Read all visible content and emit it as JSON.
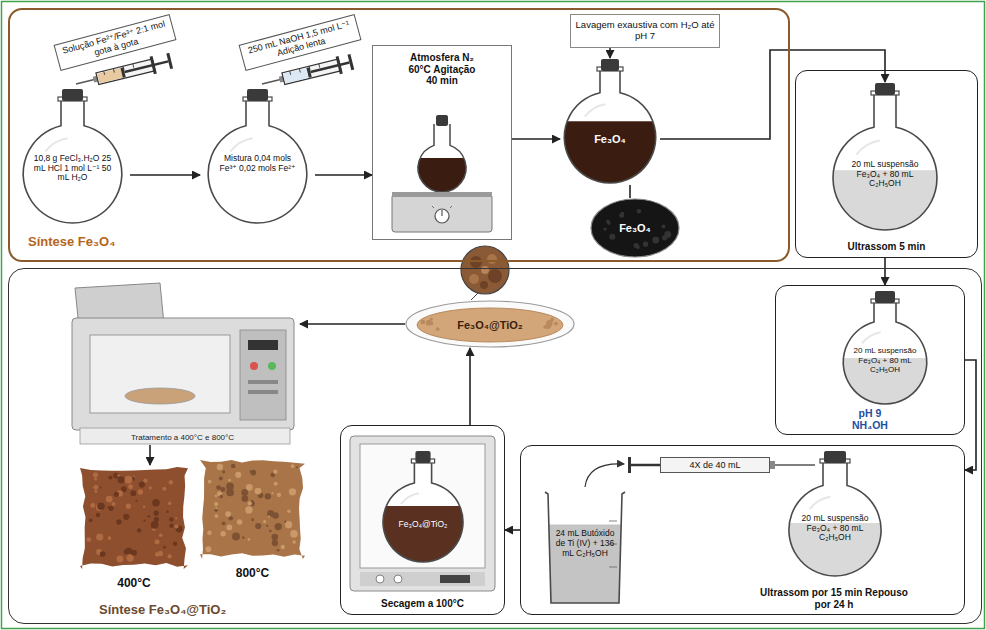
{
  "diagram": {
    "nodes": [
      {
        "text": [
          "Síntese Fe₃O₄"
        ]
      },
      {
        "text": [
          "10,8 g FeCl₃.H₂O 25 mL HCl 1 mol L⁻¹ 50 mL H₂O"
        ],
        "in": 0
      },
      {
        "text": [
          "Mistura 0,04 mols Fe³⁺ 0,02 mols Fe²⁺"
        ],
        "in": 0
      },
      {
        "text": [
          "Atmosfera N₂ 60°C Agitação 40 min"
        ],
        "in": 0
      },
      {
        "text": [
          "Lavagem exaustiva com H₂O até pH 7"
        ],
        "in": 0
      },
      {
        "text": [
          "Fe₃O₄"
        ],
        "in": 0
      },
      {
        "text": [
          "Fe₃O₄"
        ],
        "in": 0
      },
      {
        "text": [
          "Ultrassom 5 min"
        ]
      },
      {
        "text": [
          "20 mL suspensão Fe₃O₄ + 80 mL C₂H₅OH"
        ],
        "in": 7
      },
      {
        "text": [
          "Síntese Fe₃O₄@TiO₂"
        ]
      },
      {
        "text": [
          "pH 9 NH₄OH"
        ],
        "in": 9
      },
      {
        "text": [
          "20 mL suspensão Fe₃O₄ + 80 mL C₂H₅OH"
        ],
        "in": 10
      },
      {
        "text": [
          "Ultrassom por 15 min Repouso por 24 h"
        ],
        "in": 9
      },
      {
        "text": [
          "24 mL Butóxido de Ti (IV) + 136 mL C₂H₅OH"
        ],
        "in": 12
      },
      {
        "text": [
          "20 mL suspensão Fe₃O₄ + 80 mL C₂H₅OH"
        ],
        "in": 12
      },
      {
        "text": [
          "Secagem a 100°C"
        ],
        "in": 9
      },
      {
        "text": [
          "Fe₃O₄@TiO₂"
        ],
        "in": 15
      },
      {
        "text": [
          "Fe₃O₄@TiO₂"
        ],
        "in": 9
      },
      {
        "text": [
          "Tratamento a 400°C e 800°C"
        ],
        "in": 9
      },
      {
        "text": [
          "400°C"
        ],
        "in": 9
      },
      {
        "text": [
          "800°C"
        ],
        "in": 9
      }
    ],
    "edges": [
      {
        "from": 1,
        "to": 2,
        "arrow": "to"
      },
      {
        "from": 2,
        "to": 3,
        "arrow": "to"
      },
      {
        "from": 3,
        "to": 5,
        "arrow": "to"
      },
      {
        "from": 4,
        "to": 5,
        "arrow": "to"
      },
      {
        "from": 5,
        "to": 6,
        "arrow": "none"
      },
      {
        "from": 5,
        "to": 8,
        "arrow": "to"
      },
      {
        "from": 7,
        "to": 10,
        "arrow": "to"
      },
      {
        "from": 10,
        "to": 12,
        "arrow": "to"
      },
      {
        "from": 12,
        "to": 15,
        "arrow": "to"
      },
      {
        "from": 15,
        "to": 17,
        "arrow": "to"
      },
      {
        "from": 17,
        "to": 18,
        "arrow": "to"
      },
      {
        "from": 18,
        "to": 19,
        "arrow": "to"
      }
    ],
    "labels": [
      "Solução Fe²⁺/Fe³⁺ 2:1 mol gota à gota",
      "250 mL NaOH 1,5 mol L⁻¹ Adição lenta",
      "4X de 40 mL"
    ]
  }
}
